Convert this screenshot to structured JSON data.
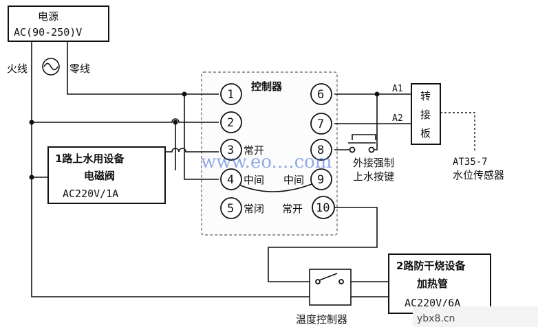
{
  "power": {
    "title": "电源",
    "spec": "AC(90-250)V",
    "live": "火线",
    "neutral": "零线"
  },
  "controller": {
    "title": "控制器",
    "terminals": [
      "1",
      "2",
      "3",
      "4",
      "5",
      "6",
      "7",
      "8",
      "9",
      "10"
    ],
    "labels": {
      "t3": "常开",
      "t4": "中间",
      "t5": "常闭",
      "t9": "中间",
      "t10": "常开"
    }
  },
  "adapter": {
    "chars": [
      "转",
      "接",
      "板"
    ],
    "a1": "A1",
    "a2": "A2"
  },
  "sensor": {
    "model": "AT35-7",
    "name": "水位传感器"
  },
  "push_button": {
    "line1": "外接强制",
    "line2": "上水按键"
  },
  "device1": {
    "line1": "1路上水用设备",
    "line2": "电磁阀",
    "line3": "AC220V/1A"
  },
  "device2": {
    "line1": "2路防干烧设备",
    "line2": "加热管",
    "line3": "AC220V/6A"
  },
  "thermo": {
    "label": "温度控制器"
  },
  "watermark": {
    "center": "www.eo....com",
    "corner": "ybx8.cn"
  }
}
